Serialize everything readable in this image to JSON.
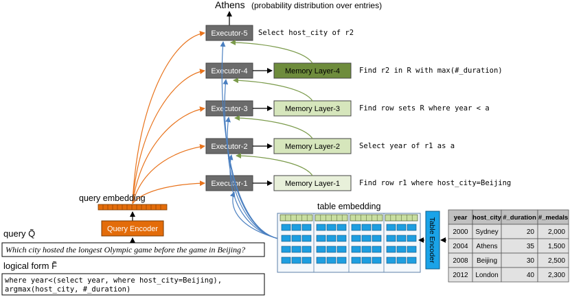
{
  "output": {
    "answer": "Athens",
    "note": "(probability distribution over entries)"
  },
  "executors": [
    {
      "label": "Executor-5",
      "memory": "",
      "instruction": "Select host_city of r2"
    },
    {
      "label": "Executor-4",
      "memory": "Memory Layer-4",
      "instruction": "Find r2 in R with max(#_duration)"
    },
    {
      "label": "Executor-3",
      "memory": "Memory Layer-3",
      "instruction": "Find row sets R where year < a"
    },
    {
      "label": "Executor-2",
      "memory": "Memory Layer-2",
      "instruction": "Select year of r1 as a"
    },
    {
      "label": "Executor-1",
      "memory": "Memory Layer-1",
      "instruction": "Find row r1 where host_city=Beijing"
    }
  ],
  "query_embedding_label": "query embedding",
  "query_encoder_label": "Query Encoder",
  "query_label": "query Q̃",
  "query_text": "Which city hosted the longest Olympic game before the game in Beijing?",
  "logical_form_label": "logical form F̃",
  "logical_form_lines": [
    "where year<(select year, where host_city=Beijing),",
    "argmax(host_city, #_duration)"
  ],
  "table_embedding_label": "table embedding",
  "table_encoder_label": "Table Encoder",
  "table": {
    "headers": [
      "year",
      "host_city",
      "#_duration",
      "#_medals"
    ],
    "rows": [
      [
        "2000",
        "Sydney",
        "20",
        "2,000"
      ],
      [
        "2004",
        "Athens",
        "35",
        "1,500"
      ],
      [
        "2008",
        "Beijing",
        "30",
        "2,500"
      ],
      [
        "2012",
        "London",
        "40",
        "2,300"
      ]
    ]
  },
  "colors": {
    "executor": "#6b6b6b",
    "memory_top": "#6e8c3c",
    "memory": "#d6e6bc",
    "encoder": "#e36c0a",
    "table_encoder": "#1aa3e8",
    "orange_arrow": "#e8731c",
    "green_arrow": "#7a9a4a",
    "blue_arrow": "#4a7fc0",
    "cell_blue": "#1e9ee0",
    "cell_green": "#c8dea0"
  }
}
